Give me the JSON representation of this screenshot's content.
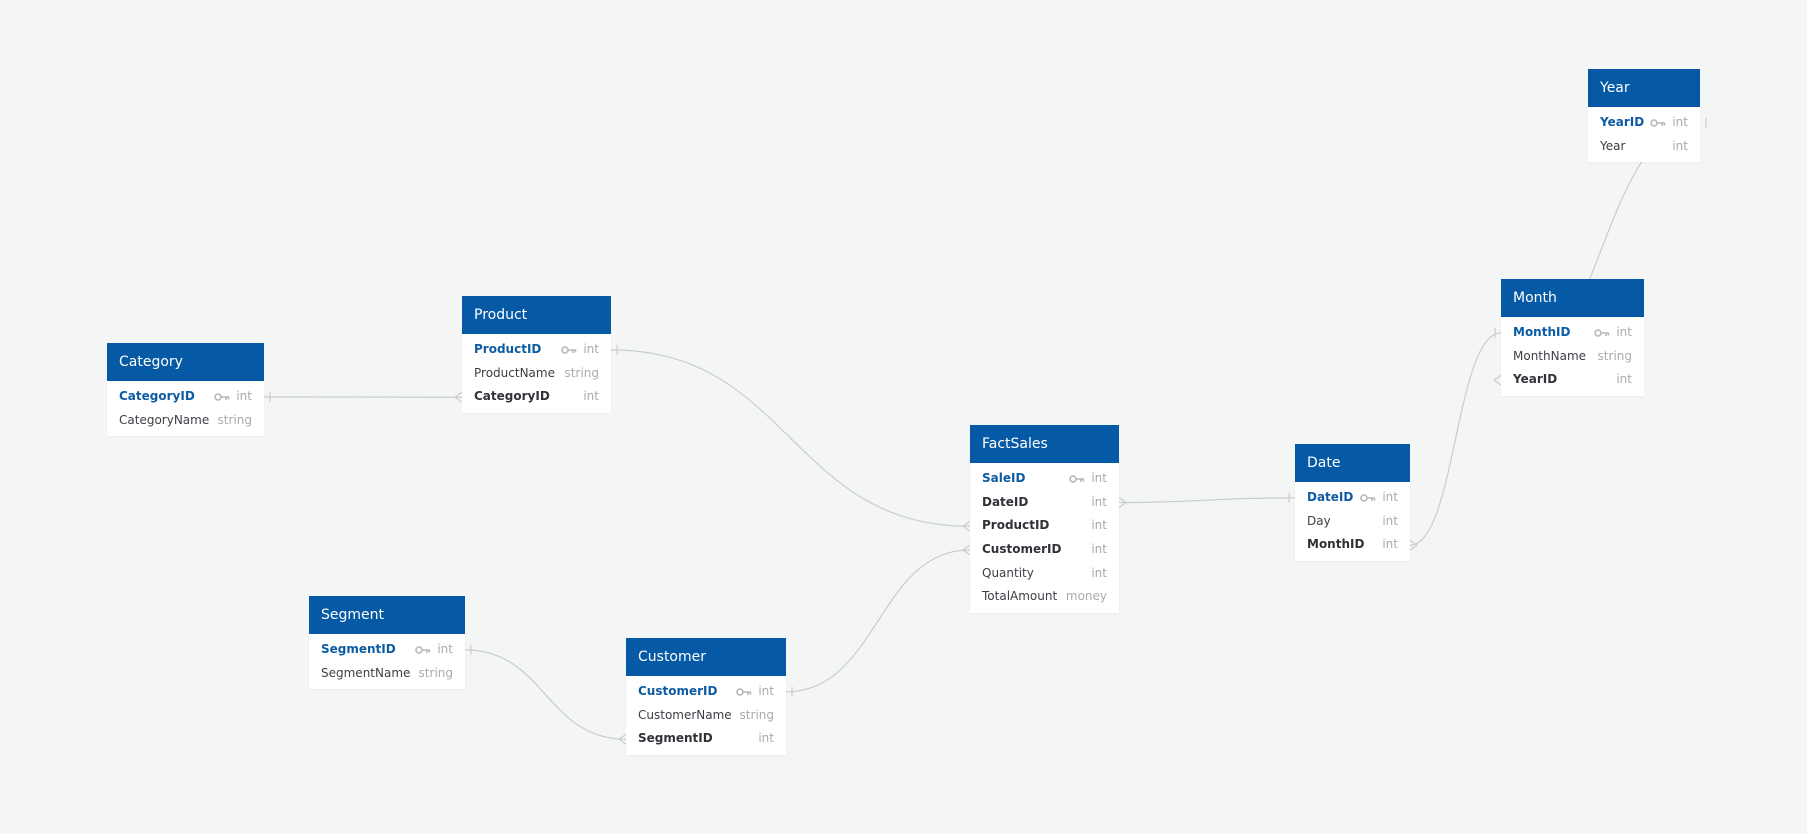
{
  "colors": {
    "canvas": "#f4f6f6",
    "table_header": "#0559a5",
    "primary_key_text": "#0d5ba3",
    "connector": "#c9cccf"
  },
  "icons": {
    "primary_key": "key-icon"
  },
  "tables": [
    {
      "id": "year",
      "name": "Year",
      "fields": [
        {
          "name": "YearID",
          "type": "int",
          "pk": true,
          "fk": false
        },
        {
          "name": "Year",
          "type": "int",
          "pk": false,
          "fk": false
        }
      ]
    },
    {
      "id": "month",
      "name": "Month",
      "fields": [
        {
          "name": "MonthID",
          "type": "int",
          "pk": true,
          "fk": false
        },
        {
          "name": "MonthName",
          "type": "string",
          "pk": false,
          "fk": false
        },
        {
          "name": "YearID",
          "type": "int",
          "pk": false,
          "fk": true
        }
      ]
    },
    {
      "id": "category",
      "name": "Category",
      "fields": [
        {
          "name": "CategoryID",
          "type": "int",
          "pk": true,
          "fk": false
        },
        {
          "name": "CategoryName",
          "type": "string",
          "pk": false,
          "fk": false
        }
      ]
    },
    {
      "id": "product",
      "name": "Product",
      "fields": [
        {
          "name": "ProductID",
          "type": "int",
          "pk": true,
          "fk": false
        },
        {
          "name": "ProductName",
          "type": "string",
          "pk": false,
          "fk": false
        },
        {
          "name": "CategoryID",
          "type": "int",
          "pk": false,
          "fk": true
        }
      ]
    },
    {
      "id": "factsales",
      "name": "FactSales",
      "fields": [
        {
          "name": "SaleID",
          "type": "int",
          "pk": true,
          "fk": false
        },
        {
          "name": "DateID",
          "type": "int",
          "pk": false,
          "fk": true
        },
        {
          "name": "ProductID",
          "type": "int",
          "pk": false,
          "fk": true
        },
        {
          "name": "CustomerID",
          "type": "int",
          "pk": false,
          "fk": true
        },
        {
          "name": "Quantity",
          "type": "int",
          "pk": false,
          "fk": false
        },
        {
          "name": "TotalAmount",
          "type": "money",
          "pk": false,
          "fk": false
        }
      ]
    },
    {
      "id": "date",
      "name": "Date",
      "fields": [
        {
          "name": "DateID",
          "type": "int",
          "pk": true,
          "fk": false
        },
        {
          "name": "Day",
          "type": "int",
          "pk": false,
          "fk": false
        },
        {
          "name": "MonthID",
          "type": "int",
          "pk": false,
          "fk": true
        }
      ]
    },
    {
      "id": "segment",
      "name": "Segment",
      "fields": [
        {
          "name": "SegmentID",
          "type": "int",
          "pk": true,
          "fk": false
        },
        {
          "name": "SegmentName",
          "type": "string",
          "pk": false,
          "fk": false
        }
      ]
    },
    {
      "id": "customer",
      "name": "Customer",
      "fields": [
        {
          "name": "CustomerID",
          "type": "int",
          "pk": true,
          "fk": false
        },
        {
          "name": "CustomerName",
          "type": "string",
          "pk": false,
          "fk": false
        },
        {
          "name": "SegmentID",
          "type": "int",
          "pk": false,
          "fk": true
        }
      ]
    }
  ],
  "relationships": [
    {
      "from_table": "year",
      "from_field": 0,
      "to_table": "month",
      "to_field": 2
    },
    {
      "from_table": "month",
      "from_field": 0,
      "to_table": "date",
      "to_field": 2
    },
    {
      "from_table": "date",
      "from_field": 0,
      "to_table": "factsales",
      "to_field": 1
    },
    {
      "from_table": "category",
      "from_field": 0,
      "to_table": "product",
      "to_field": 2
    },
    {
      "from_table": "product",
      "from_field": 0,
      "to_table": "factsales",
      "to_field": 2
    },
    {
      "from_table": "customer",
      "from_field": 0,
      "to_table": "factsales",
      "to_field": 3
    },
    {
      "from_table": "segment",
      "from_field": 0,
      "to_table": "customer",
      "to_field": 2
    }
  ]
}
